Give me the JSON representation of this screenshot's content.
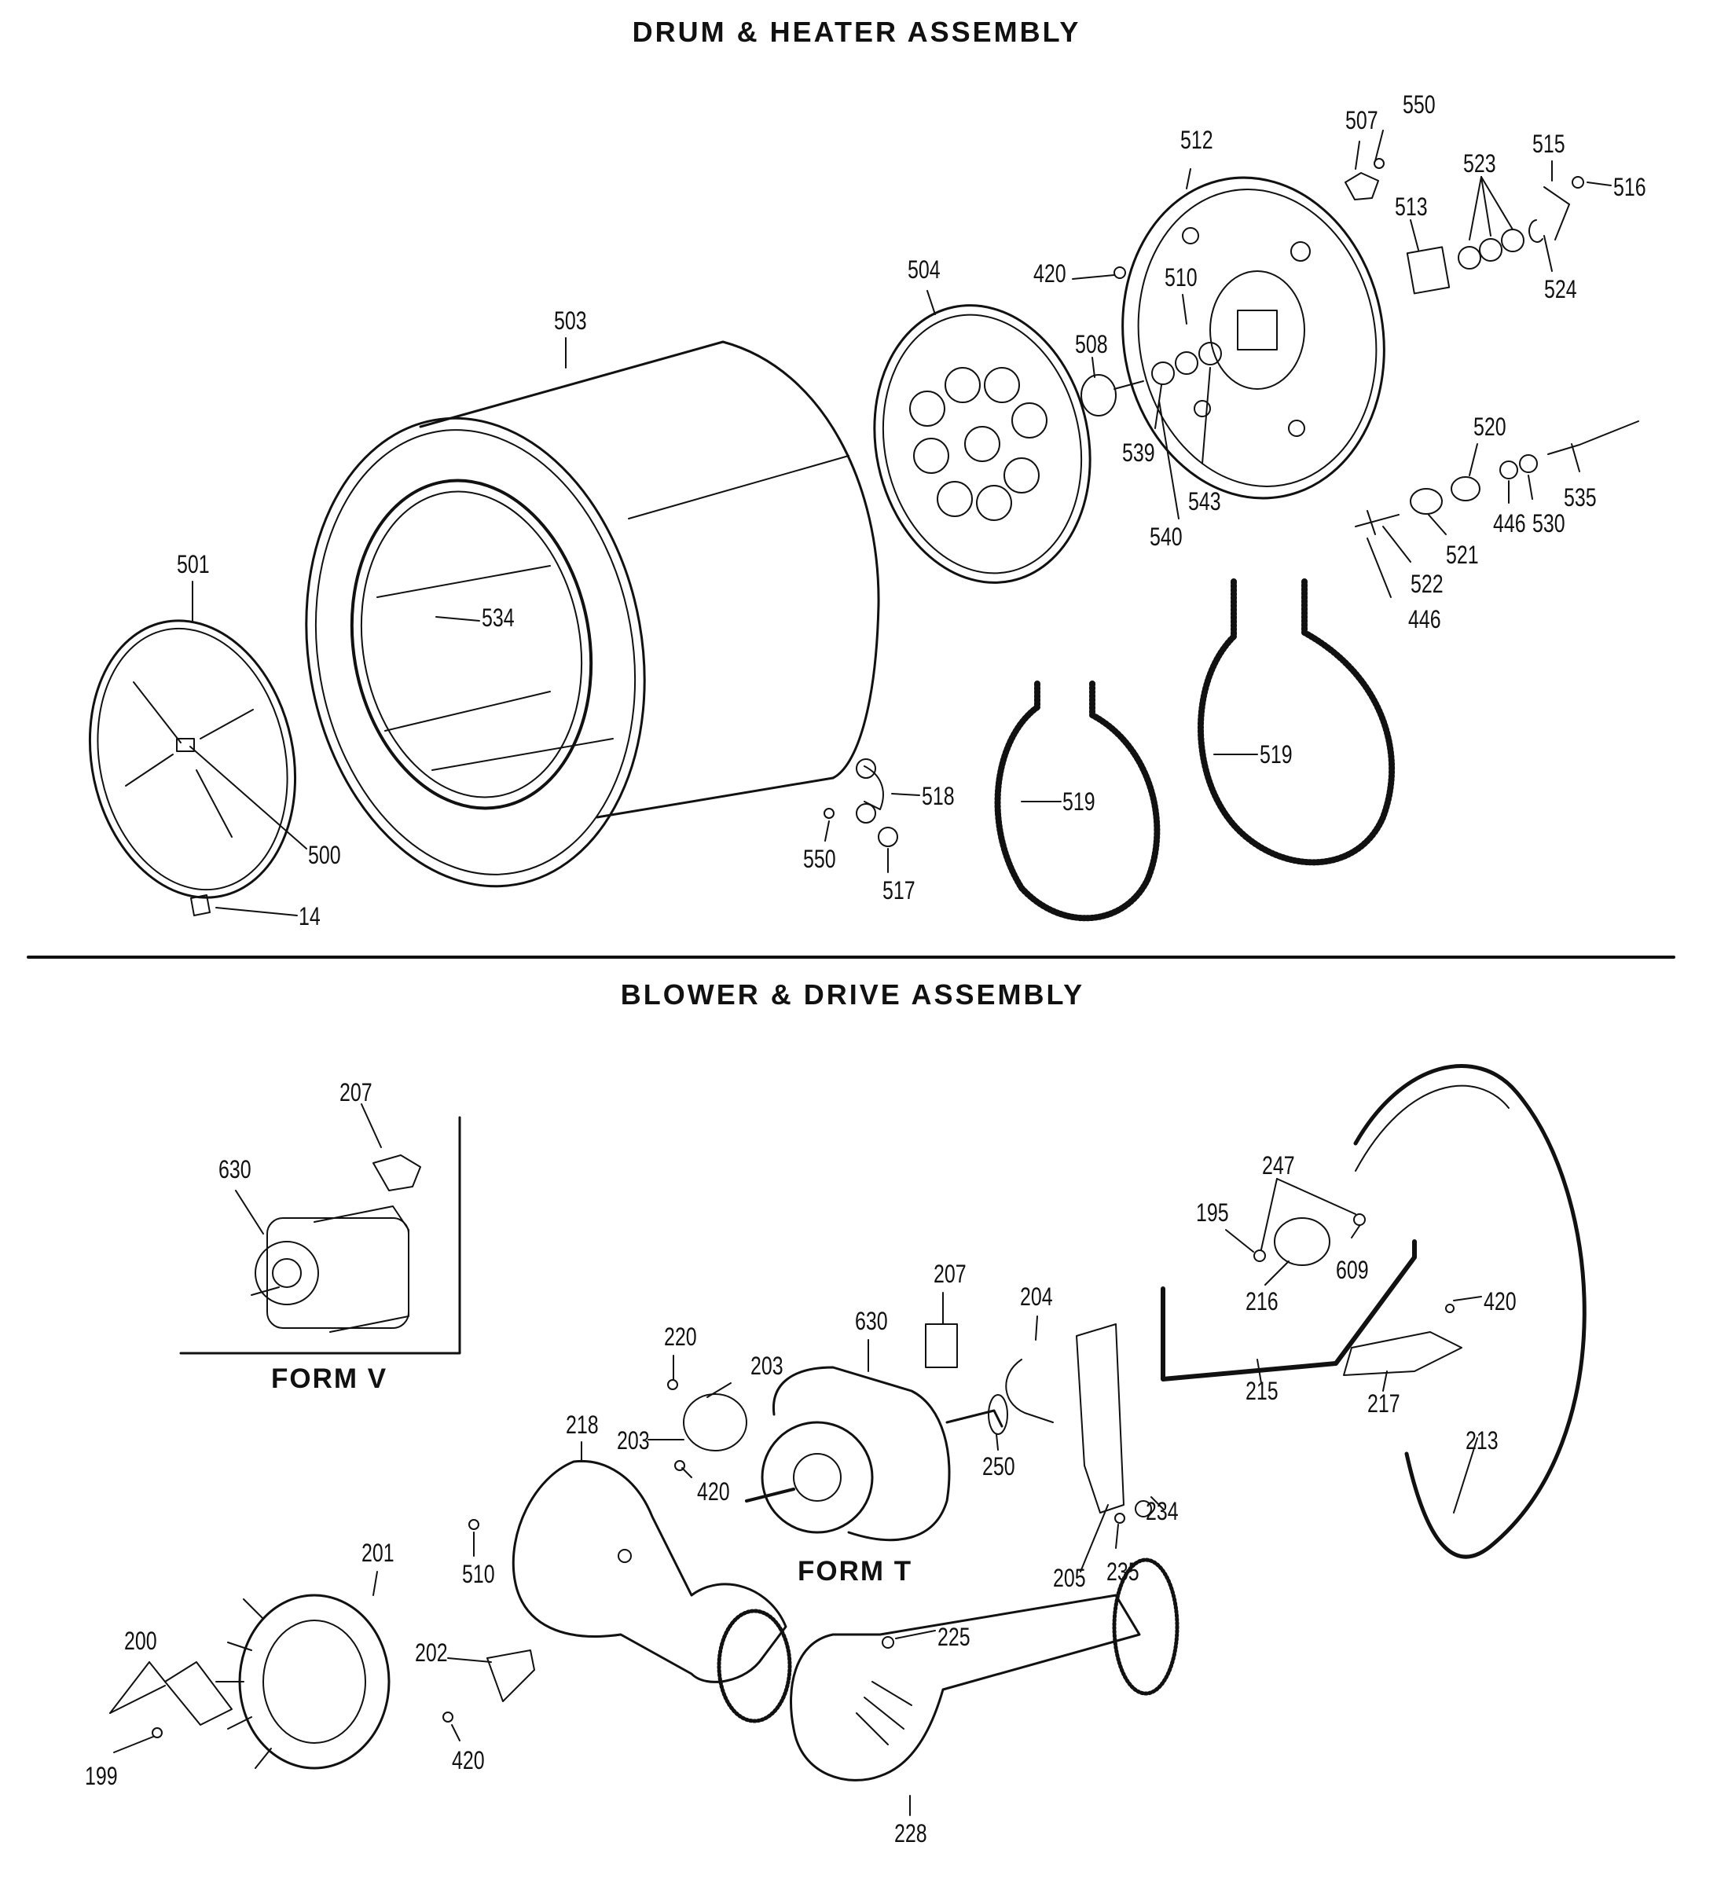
{
  "titles": {
    "top": "DRUM & HEATER ASSEMBLY",
    "bottom": "BLOWER & DRIVE ASSEMBLY",
    "form_v": "FORM V",
    "form_t": "FORM T"
  },
  "labels": {
    "p507": "507",
    "p550a": "550",
    "p512": "512",
    "p515": "515",
    "p516": "516",
    "p523": "523",
    "p513": "513",
    "p524": "524",
    "p504": "504",
    "p420a": "420",
    "p510a": "510",
    "p503": "503",
    "p508": "508",
    "p539": "539",
    "p543": "543",
    "p540": "540",
    "p520": "520",
    "p535": "535",
    "p446a": "446",
    "p530": "530",
    "p521": "521",
    "p522": "522",
    "p446b": "446",
    "p501": "501",
    "p534": "534",
    "p519a": "519",
    "p519b": "519",
    "p518": "518",
    "p550b": "550",
    "p517": "517",
    "p500": "500",
    "p14": "14",
    "p207a": "207",
    "p630a": "630",
    "p247": "247",
    "p195": "195",
    "p609": "609",
    "p216": "216",
    "p420b": "420",
    "p207b": "207",
    "p204": "204",
    "p630b": "630",
    "p220": "220",
    "p203a": "203",
    "p203b": "203",
    "p218": "218",
    "p420c": "420",
    "p250": "250",
    "p215": "215",
    "p217": "217",
    "p213": "213",
    "p234": "234",
    "p235": "235",
    "p205": "205",
    "p201": "201",
    "p510b": "510",
    "p200": "200",
    "p202": "202",
    "p225": "225",
    "p199": "199",
    "p420d": "420",
    "p228": "228"
  }
}
